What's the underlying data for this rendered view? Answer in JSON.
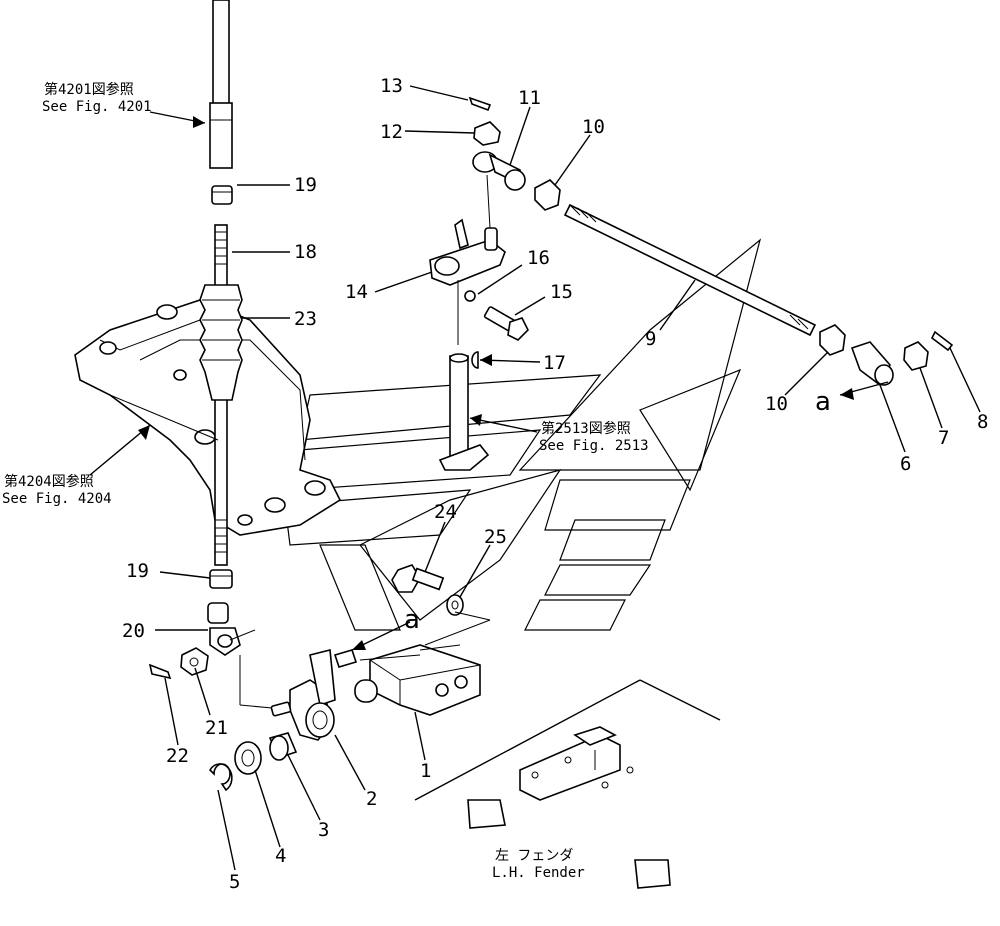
{
  "references": {
    "fig4201_jp": "第4201図参照",
    "fig4201_en": "See  Fig. 4201",
    "fig4204_jp": "第4204図参照",
    "fig4204_en": "See  Fig. 4204",
    "fig2513_jp": "第2513図参照",
    "fig2513_en": "See  Fig. 2513"
  },
  "fender_label": {
    "jp": "左   フェンダ",
    "en": "L.H.  Fender"
  },
  "view_marks": [
    "a",
    "a"
  ],
  "part_numbers": [
    "1",
    "2",
    "3",
    "4",
    "5",
    "6",
    "7",
    "8",
    "9",
    "10",
    "10",
    "11",
    "12",
    "13",
    "14",
    "15",
    "16",
    "17",
    "18",
    "19",
    "19",
    "20",
    "21",
    "22",
    "23",
    "24",
    "25"
  ]
}
